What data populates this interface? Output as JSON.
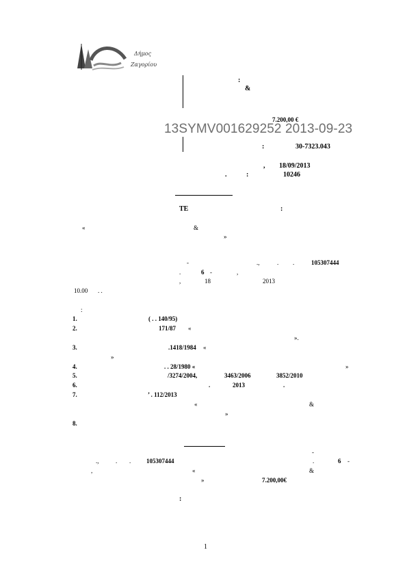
{
  "logo": {
    "text_line1": "Δήμος",
    "text_line2": "Ζαγορίου"
  },
  "header": {
    "colon": ":",
    "ampersand": "&",
    "amount": "7.200,00 €",
    "phone_colon": ":",
    "phone": "30-7323.043",
    "comma": ",",
    "date": "18/09/2013",
    "dot": ".",
    "ref_colon": ":",
    "ref_number": "10246"
  },
  "watermark": "13SYMV001629252 2013-09-23",
  "subject": {
    "te": "TE",
    "colon": ":"
  },
  "intro": {
    "open_quote": "«",
    "ampersand": "&",
    "close_quote": "»"
  },
  "body": {
    "dash": "-",
    "dots1": ".,",
    "dot_a": ".",
    "dot_b": ".",
    "number": "105307444",
    "dot_c": ".",
    "six": "6",
    "dash2": "-",
    "comma": ",",
    "comma2": ",",
    "day": "18",
    "year": "2013",
    "time": "10.00",
    "time_dots": ". ."
  },
  "colon_line": ":",
  "list": [
    {
      "num": "1.",
      "text": "( . . 140/95)"
    },
    {
      "num": "2.",
      "text": "171/87",
      "suffix": "«",
      "cont": "»."
    },
    {
      "num": "3.",
      "text": ".1418/1984",
      "suffix": "«",
      "cont": "»"
    },
    {
      "num": "4.",
      "text": ". . 28/1980 «",
      "suffix": "»"
    },
    {
      "num": "5.",
      "text": "/3274/2004,",
      "mid": "3463/2006",
      "end": "3852/2010"
    },
    {
      "num": "6.",
      "text": ".",
      "mid": "2013",
      "end": "."
    },
    {
      "num": "7.",
      "text": "’ . 112/2013",
      "cont_q": "«",
      "cont_amp": "&",
      "cont_close": "»"
    },
    {
      "num": "8.",
      "text": ""
    }
  ],
  "closing": {
    "dash": "-",
    "dots": ".,",
    "dot_a": ".",
    "dot_b": ".",
    "number": "105307444",
    "dot_c": ".",
    "six": "6",
    "dash2": "-",
    "comma": ",",
    "open_quote": "«",
    "ampersand": "&",
    "close_quote": "»",
    "amount": "7.200,00€",
    "colon": ":"
  },
  "page_number": "1"
}
